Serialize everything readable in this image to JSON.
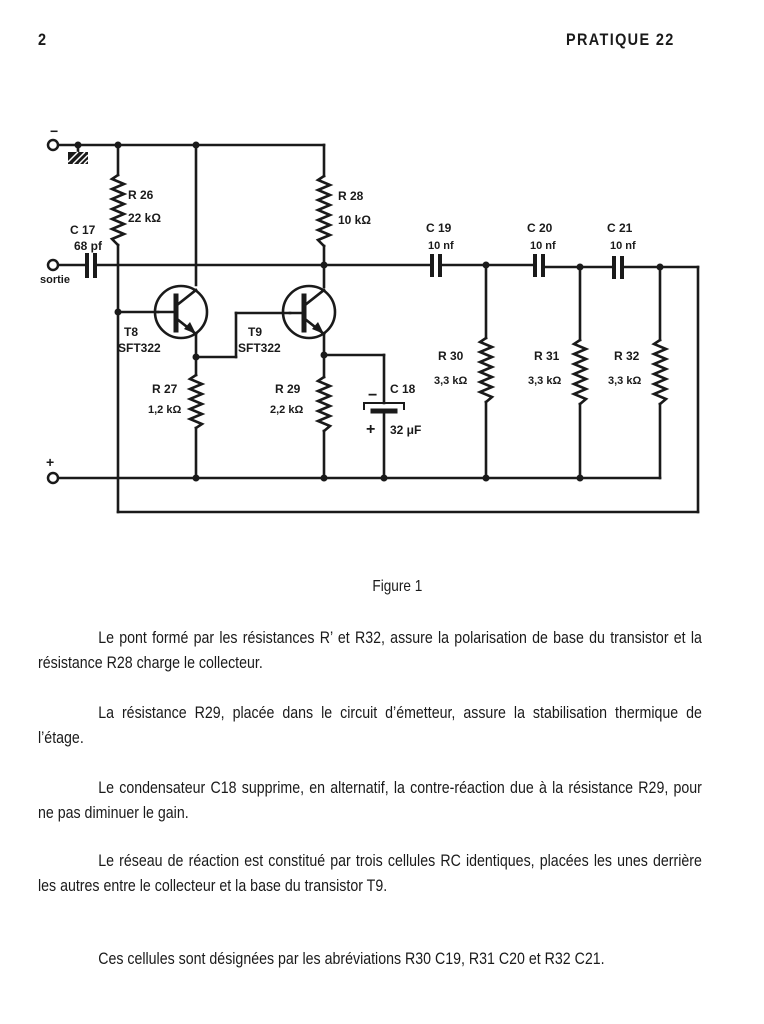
{
  "header": {
    "page_number": "2",
    "running_title": "PRATIQUE 22"
  },
  "schematic": {
    "terminals": {
      "negative": "−",
      "positive": "+",
      "output": "sortie"
    },
    "components": {
      "R26": {
        "name": "R 26",
        "value": "22 kΩ"
      },
      "R27": {
        "name": "R 27",
        "value": "1,2 kΩ"
      },
      "R28": {
        "name": "R 28",
        "value": "10 kΩ"
      },
      "R29": {
        "name": "R 29",
        "value": "2,2 kΩ"
      },
      "R30": {
        "name": "R 30",
        "value": "3,3 kΩ"
      },
      "R31": {
        "name": "R 31",
        "value": "3,3 kΩ"
      },
      "R32": {
        "name": "R 32",
        "value": "3,3 kΩ"
      },
      "C17": {
        "name": "C 17",
        "value": "68 pf"
      },
      "C18": {
        "name": "C 18",
        "value": "32 μF",
        "minus": "−",
        "plus": "+"
      },
      "C19": {
        "name": "C 19",
        "value": "10 nf"
      },
      "C20": {
        "name": "C 20",
        "value": "10 nf"
      },
      "C21": {
        "name": "C 21",
        "value": "10 nf"
      },
      "T8": {
        "name": "T8",
        "type": "SFT322"
      },
      "T9": {
        "name": "T9",
        "type": "SFT322"
      }
    }
  },
  "caption": "Figure 1",
  "paragraphs": [
    "Le pont formé par les résistances R’ et R32, assure la polarisation de base du transistor et la résistance R28 charge le collecteur.",
    "La résistance R29, placée dans le circuit d’émetteur, assure la stabilisation thermique de l’étage.",
    "Le condensateur C18 supprime, en alternatif, la contre-réaction due à la résistance R29, pour ne pas diminuer le gain.",
    "Le réseau de réaction est constitué par trois cellules RC identiques, placées les unes derrière les autres entre le collecteur et la base du transistor T9.",
    "Ces cellules sont désignées par les abréviations R30 C19, R31 C20 et R32 C21."
  ]
}
